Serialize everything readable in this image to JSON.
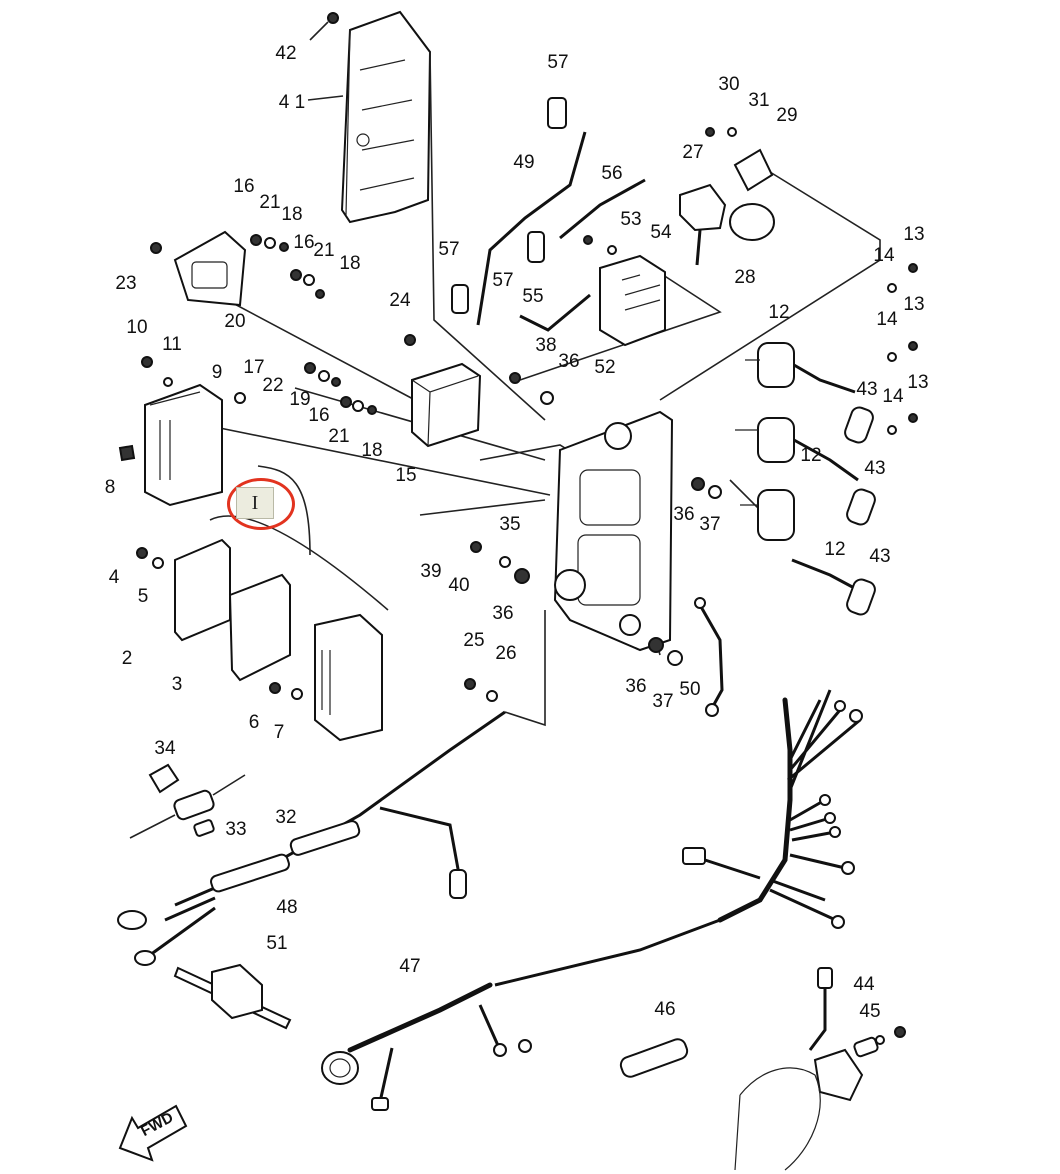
{
  "highlight": {
    "label": "I",
    "ring_color": "#e2331f",
    "box_color": "#ececdf"
  },
  "fwd_label": "FWD",
  "callouts": [
    {
      "id": "c42",
      "text": "42"
    },
    {
      "id": "c41",
      "text": "4 1"
    },
    {
      "id": "c57a",
      "text": "57"
    },
    {
      "id": "c30",
      "text": "30"
    },
    {
      "id": "c31",
      "text": "31"
    },
    {
      "id": "c29",
      "text": "29"
    },
    {
      "id": "c27",
      "text": "27"
    },
    {
      "id": "c49",
      "text": "49"
    },
    {
      "id": "c56",
      "text": "56"
    },
    {
      "id": "c53",
      "text": "53"
    },
    {
      "id": "c54",
      "text": "54"
    },
    {
      "id": "c28",
      "text": "28"
    },
    {
      "id": "c57b",
      "text": "57"
    },
    {
      "id": "c57c",
      "text": "57"
    },
    {
      "id": "c55",
      "text": "55"
    },
    {
      "id": "c52",
      "text": "52"
    },
    {
      "id": "c16a",
      "text": "16"
    },
    {
      "id": "c21a",
      "text": "21"
    },
    {
      "id": "c18a",
      "text": "18"
    },
    {
      "id": "c16b",
      "text": "16"
    },
    {
      "id": "c21b",
      "text": "21"
    },
    {
      "id": "c18b",
      "text": "18"
    },
    {
      "id": "c23",
      "text": "23"
    },
    {
      "id": "c20",
      "text": "20"
    },
    {
      "id": "c24",
      "text": "24"
    },
    {
      "id": "c13a",
      "text": "13"
    },
    {
      "id": "c14a",
      "text": "14"
    },
    {
      "id": "c13b",
      "text": "13"
    },
    {
      "id": "c14b",
      "text": "14"
    },
    {
      "id": "c12a",
      "text": "12"
    },
    {
      "id": "c10",
      "text": "10"
    },
    {
      "id": "c11",
      "text": "11"
    },
    {
      "id": "c17",
      "text": "17"
    },
    {
      "id": "c22",
      "text": "22"
    },
    {
      "id": "c19",
      "text": "19"
    },
    {
      "id": "c16c",
      "text": "16"
    },
    {
      "id": "c21c",
      "text": "21"
    },
    {
      "id": "c18c",
      "text": "18"
    },
    {
      "id": "c15",
      "text": "15"
    },
    {
      "id": "c9",
      "text": "9"
    },
    {
      "id": "c38",
      "text": "38"
    },
    {
      "id": "c36a",
      "text": "36"
    },
    {
      "id": "c43a",
      "text": "43"
    },
    {
      "id": "c14c",
      "text": "14"
    },
    {
      "id": "c13c",
      "text": "13"
    },
    {
      "id": "c12b",
      "text": "12"
    },
    {
      "id": "c43b",
      "text": "43"
    },
    {
      "id": "c8",
      "text": "8"
    },
    {
      "id": "c36b",
      "text": "36"
    },
    {
      "id": "c37a",
      "text": "37"
    },
    {
      "id": "c35",
      "text": "35"
    },
    {
      "id": "c12c",
      "text": "12"
    },
    {
      "id": "c43c",
      "text": "43"
    },
    {
      "id": "c4",
      "text": "4"
    },
    {
      "id": "c5",
      "text": "5"
    },
    {
      "id": "c39",
      "text": "39"
    },
    {
      "id": "c40",
      "text": "40"
    },
    {
      "id": "c36c",
      "text": "36"
    },
    {
      "id": "c2",
      "text": "2"
    },
    {
      "id": "c3",
      "text": "3"
    },
    {
      "id": "c25",
      "text": "25"
    },
    {
      "id": "c26",
      "text": "26"
    },
    {
      "id": "c6",
      "text": "6"
    },
    {
      "id": "c7",
      "text": "7"
    },
    {
      "id": "c36d",
      "text": "36"
    },
    {
      "id": "c37b",
      "text": "37"
    },
    {
      "id": "c50",
      "text": "50"
    },
    {
      "id": "c34",
      "text": "34"
    },
    {
      "id": "c32",
      "text": "32"
    },
    {
      "id": "c33",
      "text": "33"
    },
    {
      "id": "c48",
      "text": "48"
    },
    {
      "id": "c51",
      "text": "51"
    },
    {
      "id": "c47",
      "text": "47"
    },
    {
      "id": "c46",
      "text": "46"
    },
    {
      "id": "c44",
      "text": "44"
    },
    {
      "id": "c45",
      "text": "45"
    }
  ]
}
